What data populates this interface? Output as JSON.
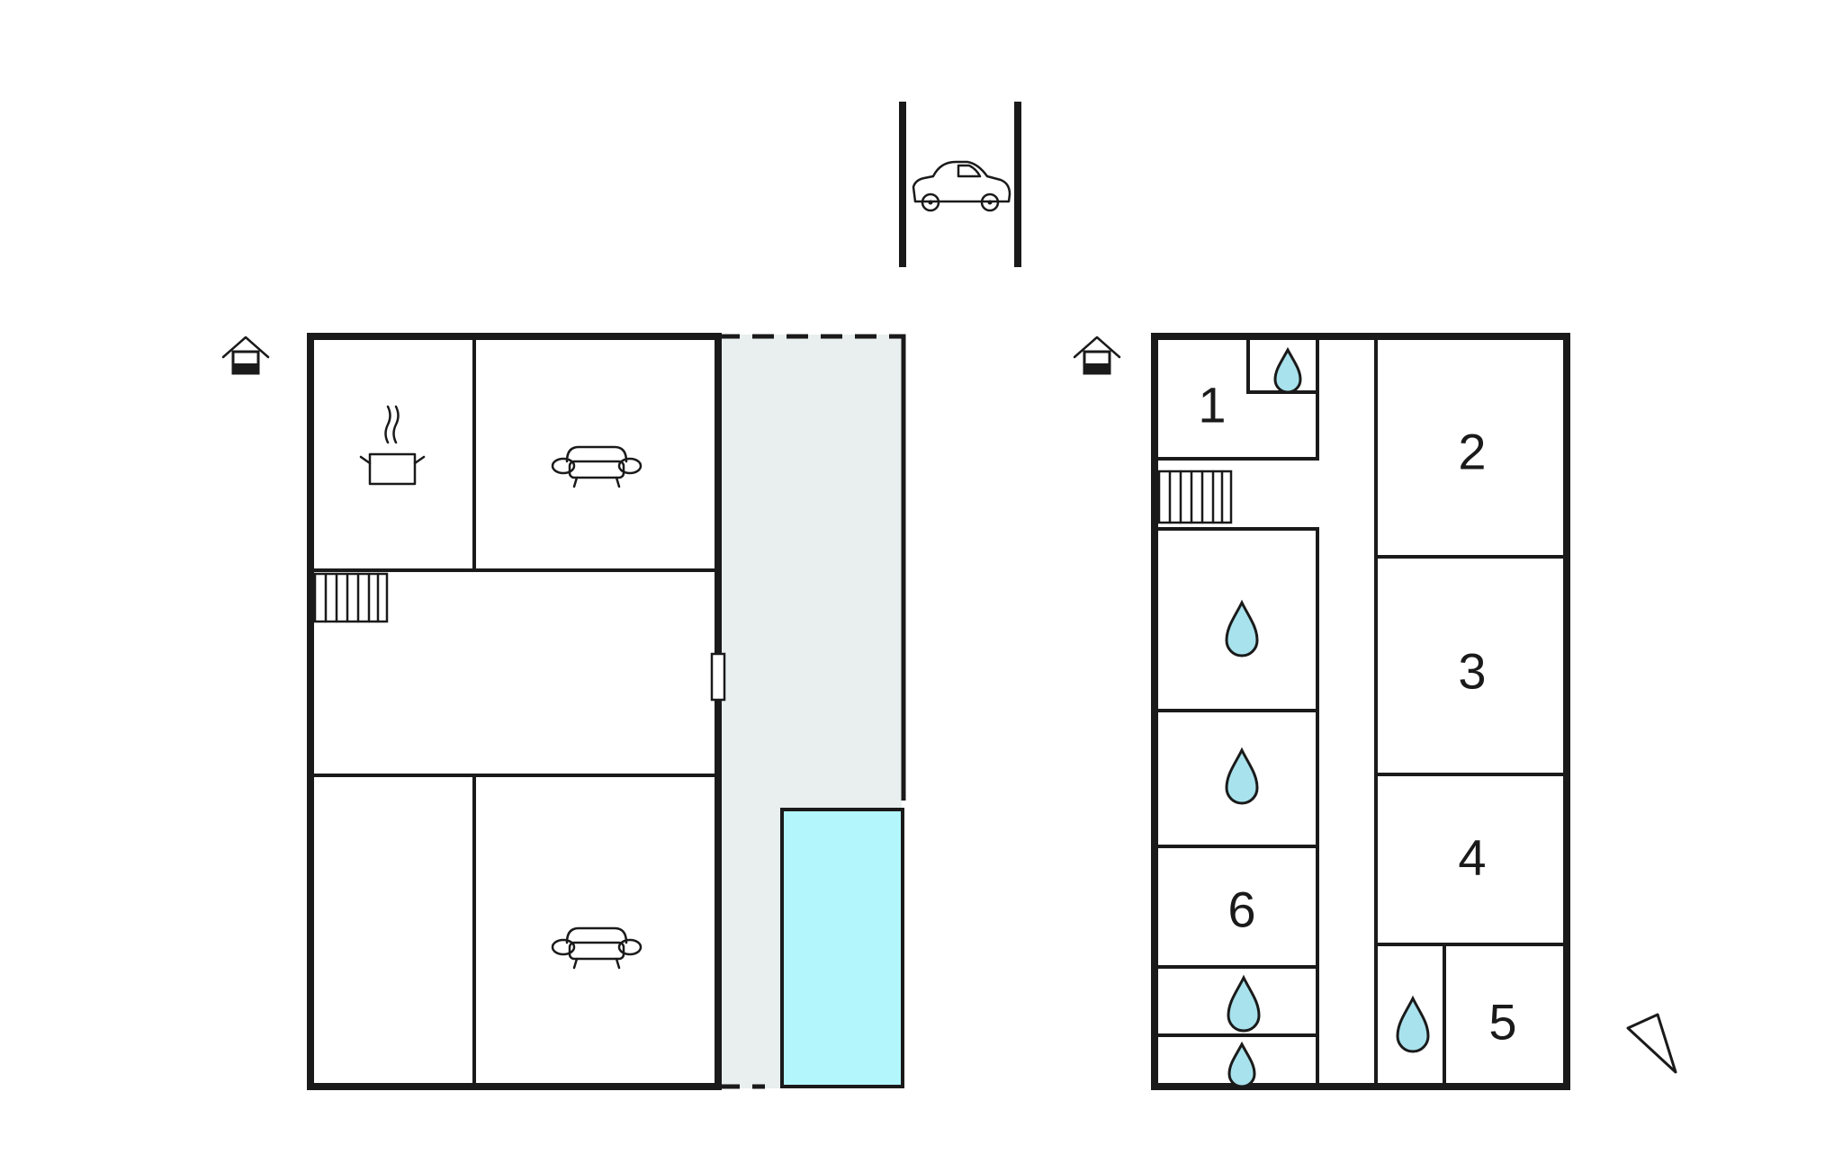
{
  "colors": {
    "wall": "#1a1a1a",
    "terrace": "#e8efee",
    "pool": "#b3f6fb",
    "water_drop": "#a8e2ec"
  },
  "icons": [
    "car-icon",
    "house-floor-icon",
    "cooking-pot-icon",
    "sofa-icon",
    "water-drop-icon",
    "stairs-icon",
    "compass-arrow-icon"
  ],
  "upper_floor": {
    "rooms": [
      {
        "number": "1"
      },
      {
        "number": "2"
      },
      {
        "number": "3"
      },
      {
        "number": "4"
      },
      {
        "number": "5"
      },
      {
        "number": "6"
      }
    ]
  }
}
